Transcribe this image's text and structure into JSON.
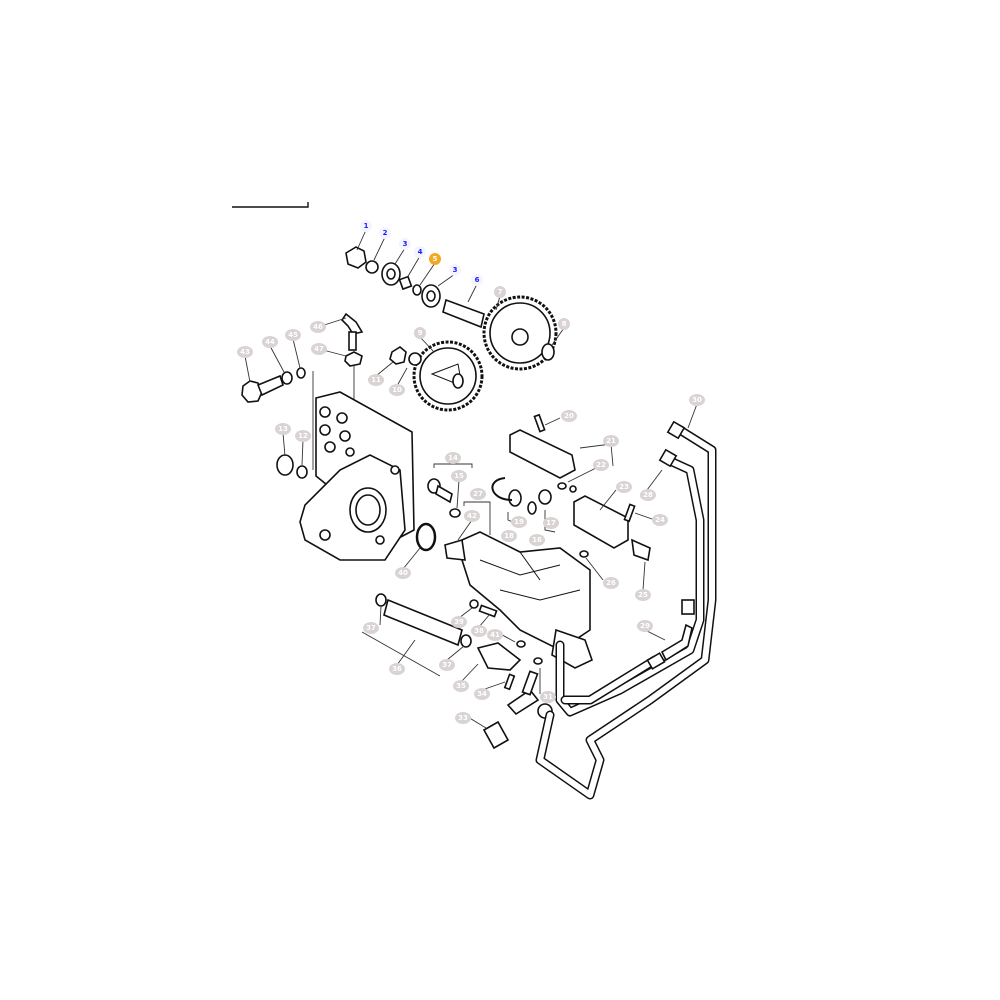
{
  "diagram": {
    "colors": {
      "highlight": "#f5a623",
      "linked_text": "#1a1aff",
      "inactive_label": "#d9d3d3"
    },
    "callouts": [
      {
        "n": "1",
        "style": "blue"
      },
      {
        "n": "2",
        "style": "blue"
      },
      {
        "n": "3",
        "style": "blue"
      },
      {
        "n": "4",
        "style": "blue"
      },
      {
        "n": "5",
        "style": "active"
      },
      {
        "n": "3",
        "style": "blue"
      },
      {
        "n": "6",
        "style": "blue"
      },
      {
        "n": "7"
      },
      {
        "n": "8"
      },
      {
        "n": "9"
      },
      {
        "n": "10"
      },
      {
        "n": "11"
      },
      {
        "n": "43"
      },
      {
        "n": "44"
      },
      {
        "n": "45"
      },
      {
        "n": "46"
      },
      {
        "n": "47"
      },
      {
        "n": "13"
      },
      {
        "n": "12"
      },
      {
        "n": "14"
      },
      {
        "n": "15"
      },
      {
        "n": "27"
      },
      {
        "n": "42"
      },
      {
        "n": "40"
      },
      {
        "n": "20"
      },
      {
        "n": "21"
      },
      {
        "n": "22"
      },
      {
        "n": "23"
      },
      {
        "n": "24"
      },
      {
        "n": "28"
      },
      {
        "n": "26"
      },
      {
        "n": "25"
      },
      {
        "n": "30"
      },
      {
        "n": "19"
      },
      {
        "n": "18"
      },
      {
        "n": "16"
      },
      {
        "n": "17"
      },
      {
        "n": "29"
      },
      {
        "n": "37"
      },
      {
        "n": "36"
      },
      {
        "n": "39"
      },
      {
        "n": "38"
      },
      {
        "n": "41"
      },
      {
        "n": "37"
      },
      {
        "n": "35"
      },
      {
        "n": "34"
      },
      {
        "n": "31"
      },
      {
        "n": "33"
      }
    ]
  }
}
